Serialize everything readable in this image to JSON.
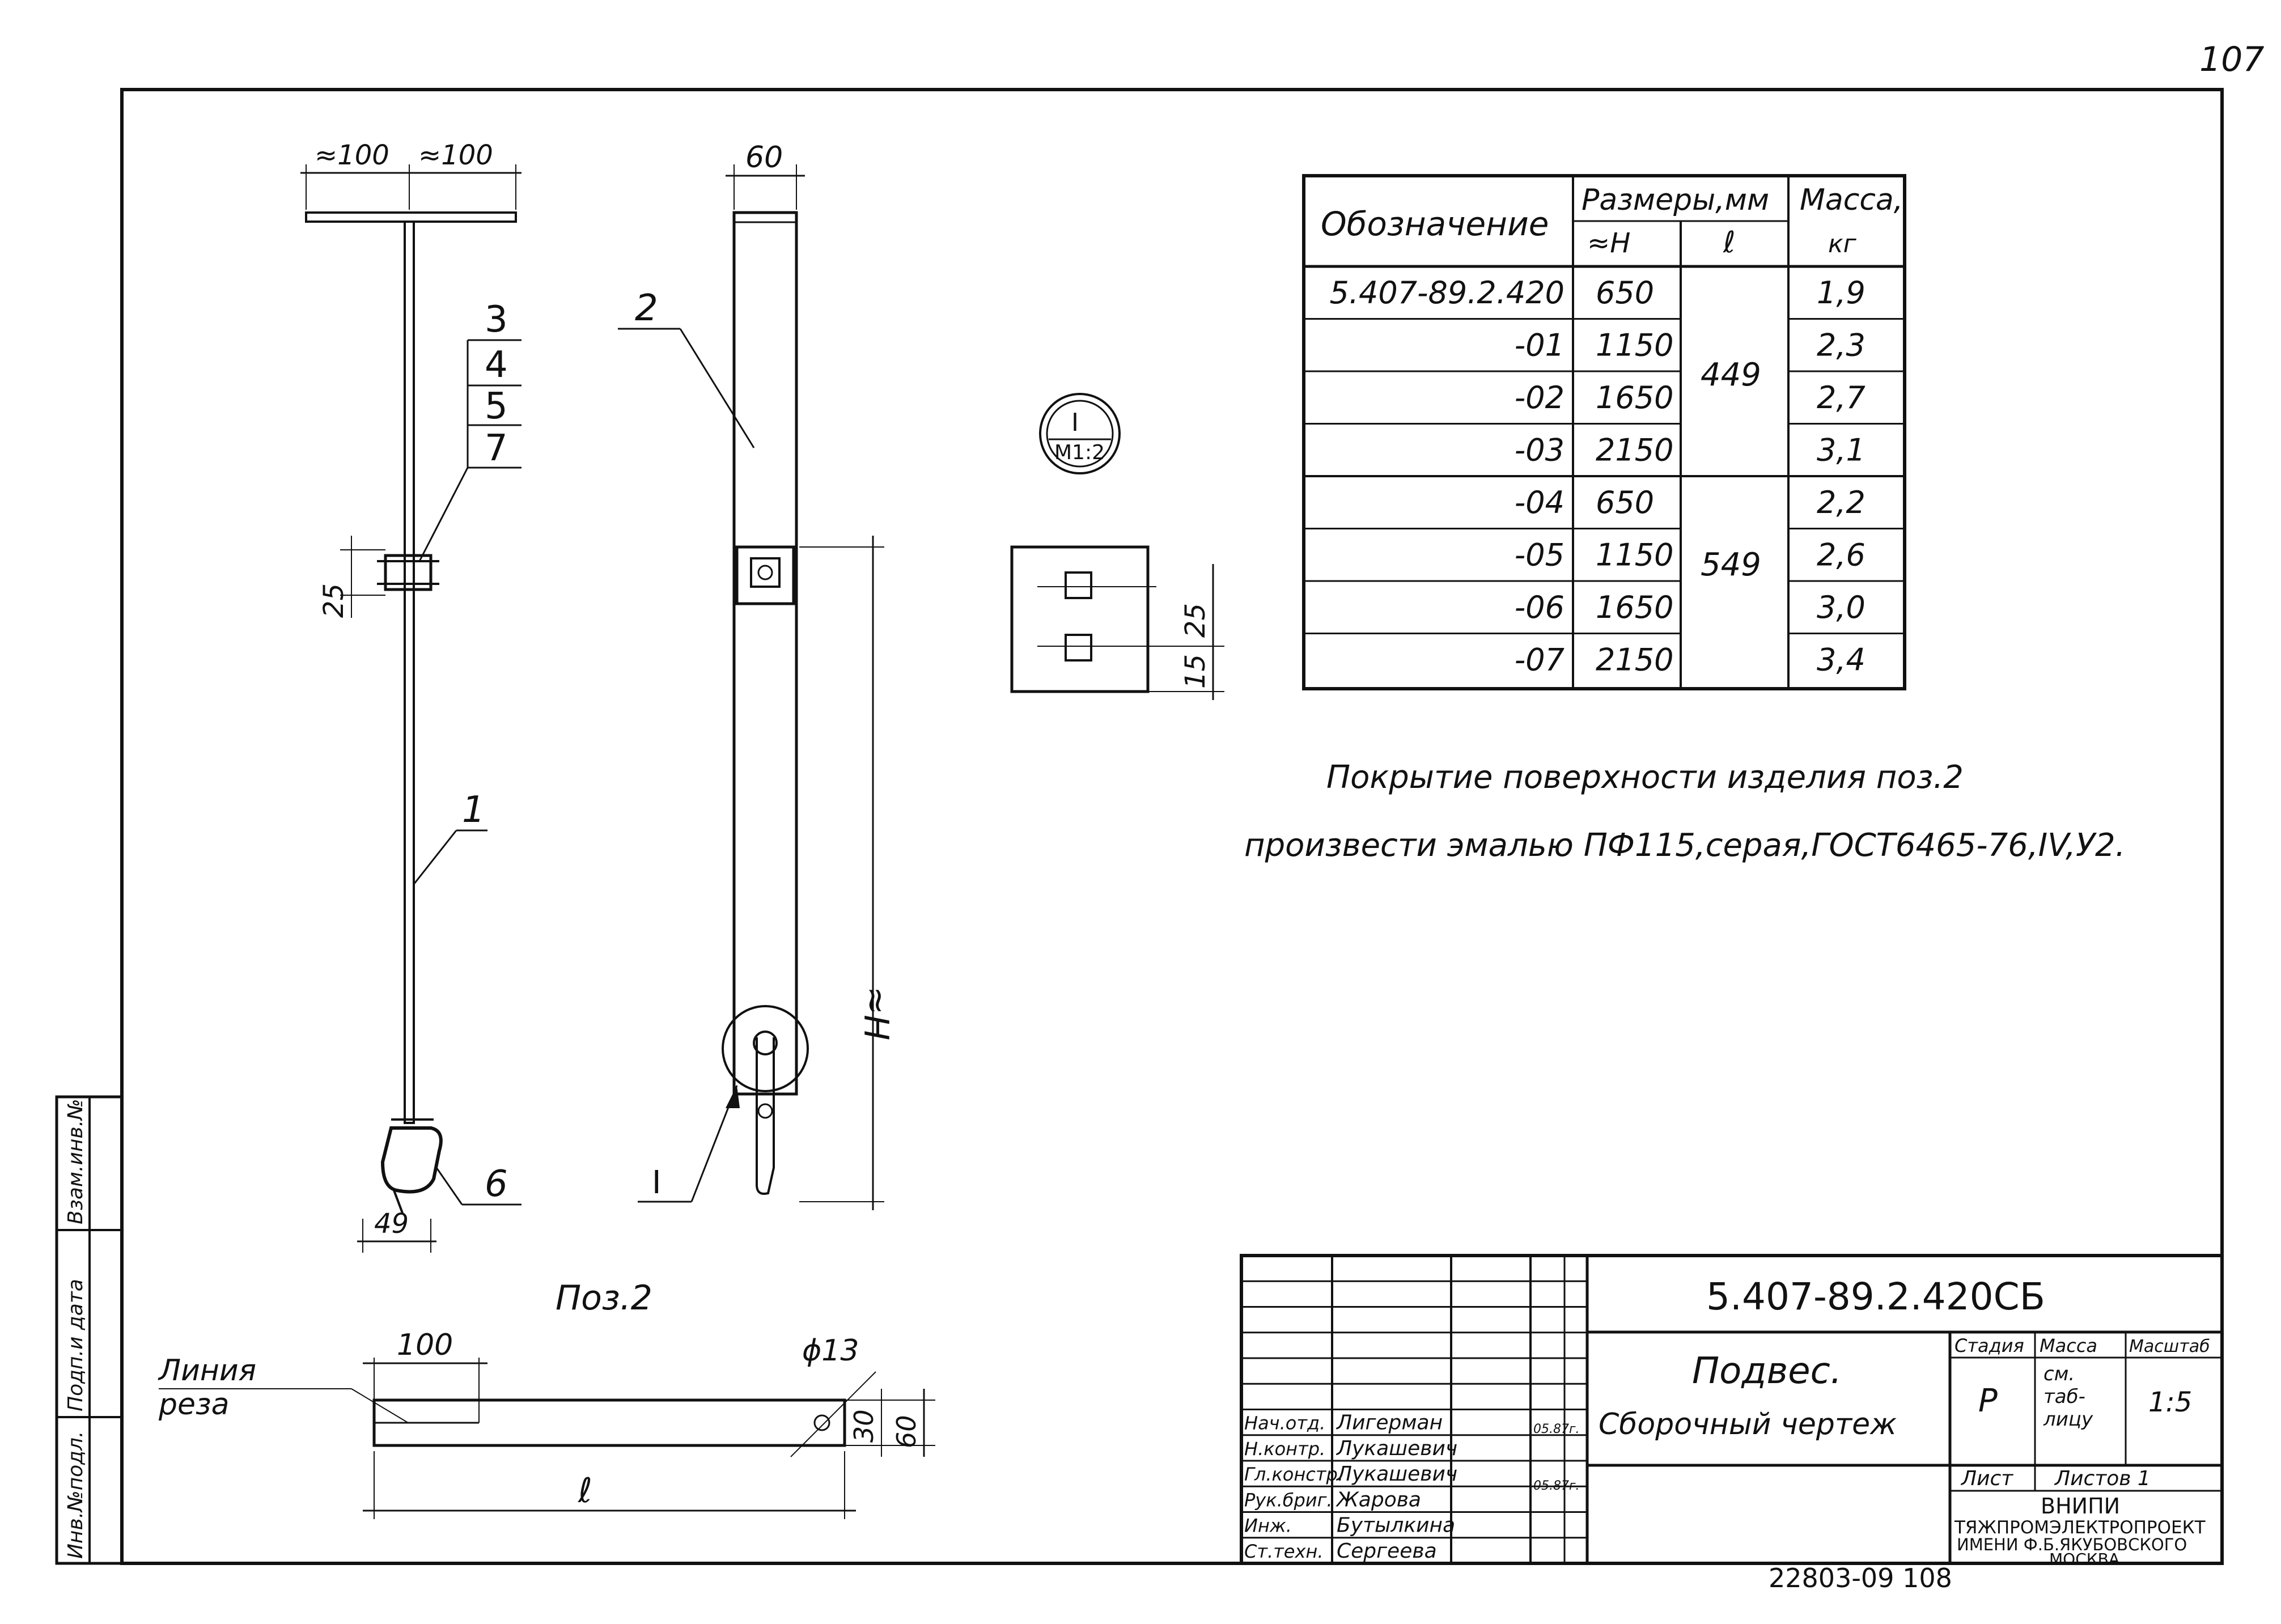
{
  "page_number": "107",
  "stamp_bottom": "22803-09  108",
  "side_stamp": {
    "inv_podl": "Инв.№подл.",
    "podp_data": "Подп.и дата",
    "vzam": "Взам.инв.№"
  },
  "views": {
    "front": {
      "dim_top_left": "≈100",
      "dim_top_right": "≈100",
      "dim_nut": "25",
      "dim_bottom": "49",
      "callout_stack": [
        "3",
        "4",
        "5",
        "7"
      ],
      "callout_1": "1",
      "callout_6": "6"
    },
    "side": {
      "dim_width": "60",
      "callout_2": "2",
      "dim_height": "≈H",
      "detail_ref": "I"
    },
    "detail": {
      "symbol_top": "I",
      "symbol_bottom": "M1:2",
      "dim_25": "25",
      "dim_15": "15"
    },
    "pos2": {
      "title": "Поз.2",
      "cut_line_1": "Линия",
      "cut_line_2": "реза",
      "dim_100": "100",
      "dim_hole": "ϕ13",
      "dim_30": "30",
      "dim_60": "60",
      "dim_l": "ℓ"
    }
  },
  "table": {
    "col_designation": "Обозначение",
    "col_sizes": "Размеры,мм",
    "col_h": "≈H",
    "col_l": "ℓ",
    "col_mass_1": "Масса,",
    "col_mass_2": "кг",
    "rows": [
      {
        "designation": "5.407-89.2.420",
        "h": "650",
        "mass": "1,9"
      },
      {
        "designation": "-01",
        "h": "1150",
        "mass": "2,3"
      },
      {
        "designation": "-02",
        "h": "1650",
        "mass": "2,7"
      },
      {
        "designation": "-03",
        "h": "2150",
        "mass": "3,1"
      },
      {
        "designation": "-04",
        "h": "650",
        "mass": "2,2"
      },
      {
        "designation": "-05",
        "h": "1150",
        "mass": "2,6"
      },
      {
        "designation": "-06",
        "h": "1650",
        "mass": "3,0"
      },
      {
        "designation": "-07",
        "h": "2150",
        "mass": "3,4"
      }
    ],
    "l_group_1": "449",
    "l_group_2": "549"
  },
  "note": {
    "line1": "Покрытие поверхности изделия поз.2",
    "line2": "произвести эмалью ПФ115,серая,ГОСТ6465-76,IV,У2."
  },
  "title_block": {
    "doc_number": "5.407-89.2.420СБ",
    "name_1": "Подвес.",
    "name_2": "Сборочный чертеж",
    "stage_header": "Стадия",
    "mass_header": "Масса",
    "scale_header": "Масштаб",
    "stage": "Р",
    "mass_1": "см.",
    "mass_2": "таб-",
    "mass_3": "лицу",
    "scale": "1:5",
    "sheet": "Лист",
    "sheets": "Листов 1",
    "org_1": "ВНИПИ",
    "org_2": "ТЯЖПРОМЭЛЕКТРОПРОЕКТ",
    "org_3": "ИМЕНИ Ф.Б.ЯКУБОВСКОГО",
    "org_4": "МОСКВА",
    "date": "05.87г.",
    "date_2": "05.87г.",
    "signatures": [
      {
        "role": "Нач.отд.",
        "name": "Лигерман"
      },
      {
        "role": "Н.контр.",
        "name": "Лукашевич"
      },
      {
        "role": "Гл.констр.",
        "name": "Лукашевич"
      },
      {
        "role": "Рук.бриг.",
        "name": "Жарова"
      },
      {
        "role": "Инж.",
        "name": "Бутылкина"
      },
      {
        "role": "Ст.техн.",
        "name": "Сергеева"
      }
    ]
  }
}
